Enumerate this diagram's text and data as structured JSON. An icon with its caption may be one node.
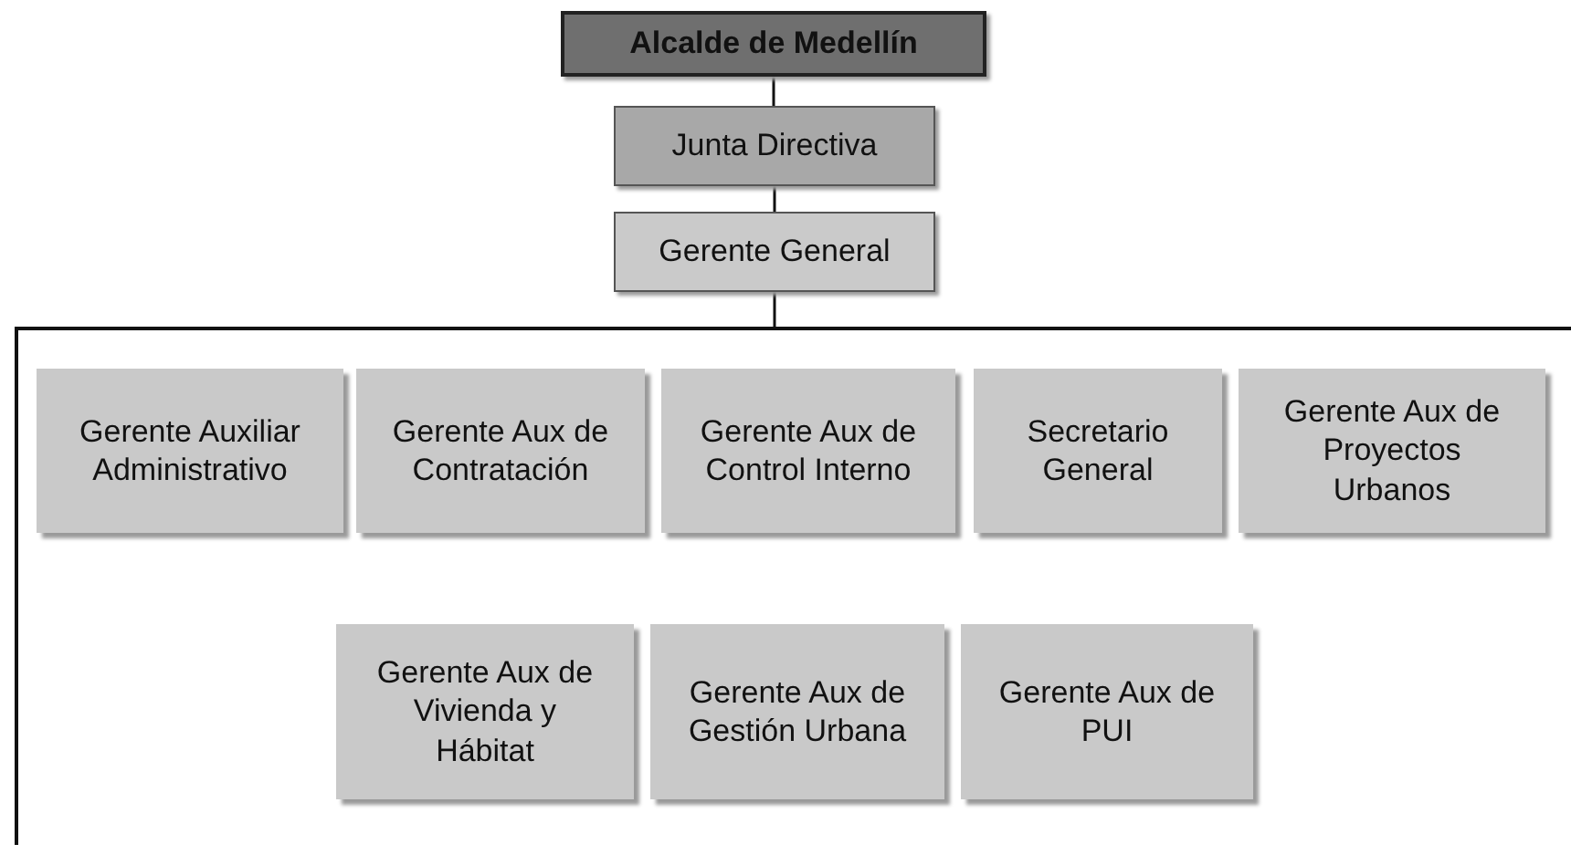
{
  "diagram": {
    "nodes": [
      {
        "text": [
          "Alcalde de Medellín"
        ]
      },
      {
        "text": [
          "Junta Directiva"
        ]
      },
      {
        "text": [
          "Gerente General"
        ]
      },
      {
        "text": [],
        "shape": "box"
      },
      {
        "text": [
          "Gerente Auxiliar Administrativo"
        ],
        "in": 3
      },
      {
        "text": [
          "Gerente Aux de Contratación"
        ],
        "in": 3
      },
      {
        "text": [
          "Gerente Aux de Control Interno"
        ],
        "in": 3
      },
      {
        "text": [
          "Secretario General"
        ],
        "in": 3
      },
      {
        "text": [
          "Gerente Aux de Proyectos Urbanos"
        ],
        "in": 3
      },
      {
        "text": [
          "Gerente Aux de Vivienda y Hábitat"
        ],
        "in": 3
      },
      {
        "text": [
          "Gerente Aux de Gestión Urbana"
        ],
        "in": 3
      },
      {
        "text": [
          "Gerente Aux de PUI"
        ],
        "in": 3
      }
    ],
    "edges": [
      {
        "from": 0,
        "to": 1,
        "arrow": "none"
      },
      {
        "from": 1,
        "to": 2,
        "arrow": "none"
      },
      {
        "from": 2,
        "to": 3,
        "arrow": "none"
      }
    ]
  }
}
